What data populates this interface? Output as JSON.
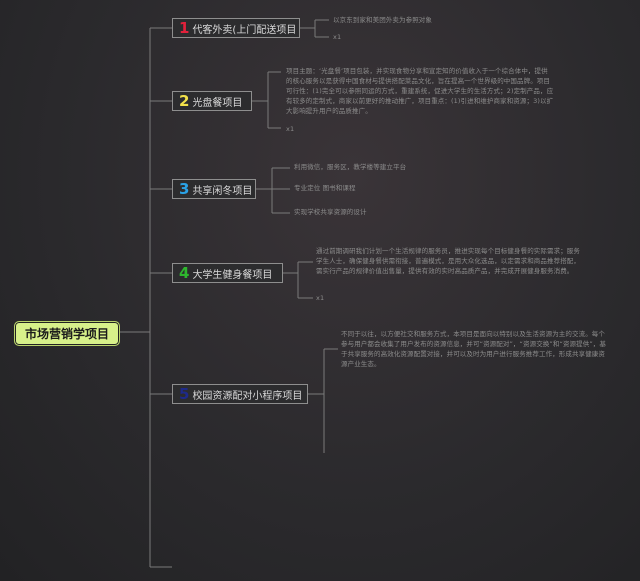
{
  "root": {
    "label": "市场营销学项目"
  },
  "branches": [
    {
      "num": "1",
      "num_color": "#e3213b",
      "label": "代客外卖(上门配送项目",
      "notes": [
        "以京东到家和美团外卖为参照对象",
        "x1"
      ]
    },
    {
      "num": "2",
      "num_color": "#f2e14a",
      "label": "光盘餐项目",
      "notes": [
        "项目主题：‘光盘餐’项目包装，并实现食物分享和宣定知的价值收入于一个综合体中，提供的核心服务以是获得中国食材与提供搭配菜品文化，旨在提高一个世界级的中国品牌。项目可行性：(1)完全可以参照同运的方式，重建系统，促进大学生的生活方式；2)定制产品，应有较多的定制式，商家以前更好的推动推广，项目重点：(1)引进和维护商家和资源；3)以扩大影响提升用户的品质推广。",
        "x1"
      ]
    },
    {
      "num": "3",
      "num_color": "#2aa2e6",
      "label": "共享闲冬项目",
      "notes": [
        "利用微信，服务区，教学楼等建立平台",
        "专业定位  图书和课程",
        "实现学校共享资源的设计"
      ]
    },
    {
      "num": "4",
      "num_color": "#2eb82e",
      "label": "大学生健身餐项目",
      "notes": [
        "通过前期调研我们计划一个生活规律的服务员，推进实现每个目标健身餐的实际需求；服务学生人士，确保健身餐供需衔接，普遍模式，是用大众化选品，以定需求和商品推荐搭配，需实行产品的规律价值出售量，提供有效的实时高品质产品，并完成开展健身服务消费。",
        "x1"
      ]
    },
    {
      "num": "5",
      "num_color": "#1e2a8a",
      "label": "校园资源配对小程序项目",
      "notes": [
        "不同于以往，以方便社交和服务方式，本项目是面向以特别以及生活资源为主的交流。每个参与用户都会收集了用户发布的资源信息，并可“资源配对”，“资源交换”和“资源提供”，基于共享服务的高效化资源配置对接，并可以及时为用户进行服务推荐工作，形成共享健康资源产业生态。"
      ]
    }
  ]
}
